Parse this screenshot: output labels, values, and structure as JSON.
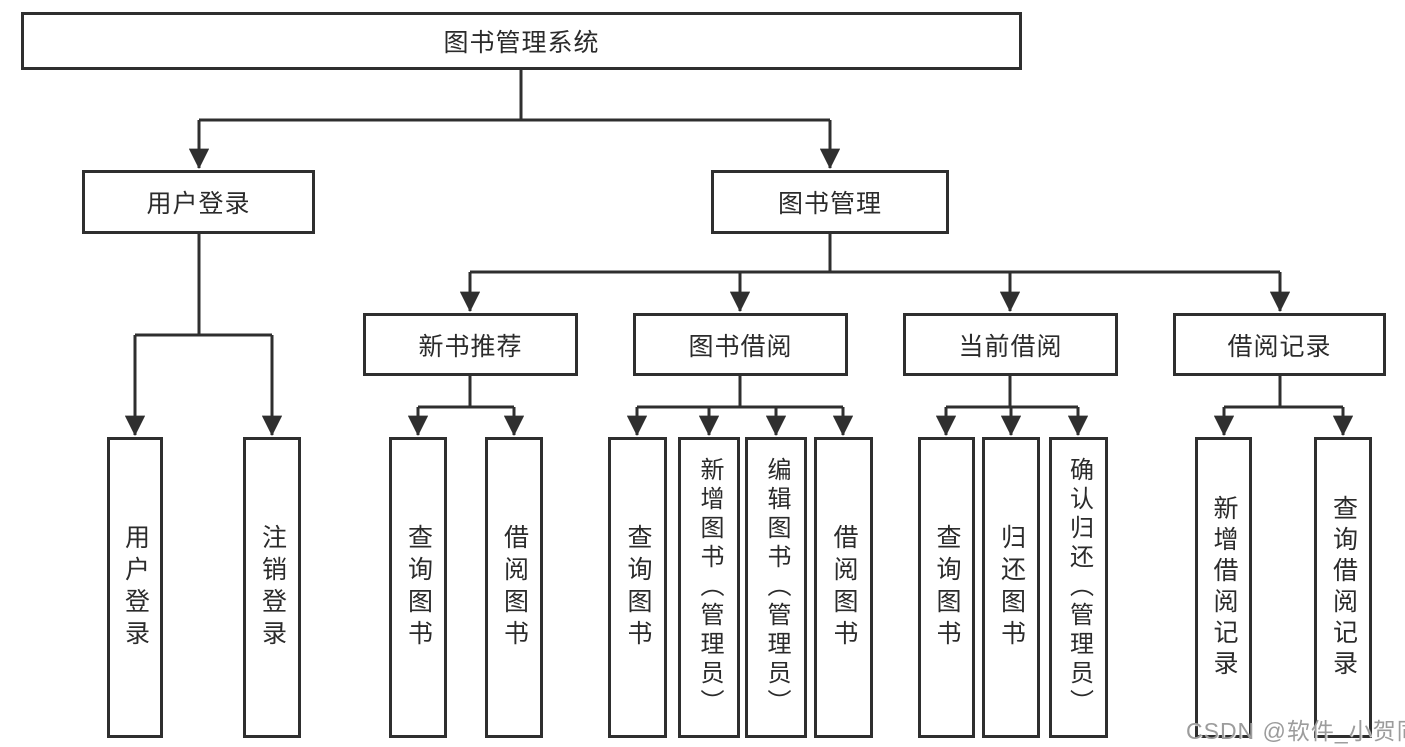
{
  "tree": {
    "label": "图书管理系统",
    "children": [
      {
        "label": "用户登录",
        "children": [
          {
            "label": "用户登录"
          },
          {
            "label": "注销登录"
          }
        ]
      },
      {
        "label": "图书管理",
        "children": [
          {
            "label": "新书推荐",
            "children": [
              {
                "label": "查询图书"
              },
              {
                "label": "借阅图书"
              }
            ]
          },
          {
            "label": "图书借阅",
            "children": [
              {
                "label": "查询图书"
              },
              {
                "label": "新增图书（管理员）"
              },
              {
                "label": "编辑图书（管理员）"
              },
              {
                "label": "借阅图书"
              }
            ]
          },
          {
            "label": "当前借阅",
            "children": [
              {
                "label": "查询图书"
              },
              {
                "label": "归还图书"
              },
              {
                "label": "确认归还（管理员）"
              }
            ]
          },
          {
            "label": "借阅记录",
            "children": [
              {
                "label": "新增借阅记录"
              },
              {
                "label": "查询借阅记录"
              }
            ]
          }
        ]
      }
    ]
  },
  "watermark": {
    "text": "CSDN @软件_小贺同学"
  },
  "colors": {
    "line": "#2f2f2f",
    "box_border": "#2f2f2f",
    "text": "#2b2b2b",
    "watermark": "#9c9c9c",
    "background": "#ffffff"
  }
}
